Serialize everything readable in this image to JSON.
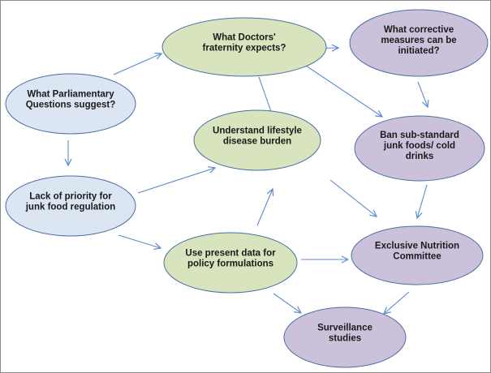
{
  "colors": {
    "blue_fill": "#dce6f2",
    "green_fill": "#d7e4bd",
    "purple_fill": "#ccc1da",
    "stroke": "#4a6fa5",
    "arrow": "#5b8bd0"
  },
  "nodes": [
    {
      "id": "parliamentary",
      "group": "blue",
      "lines": [
        "What Parliamentary",
        "Questions suggest?"
      ]
    },
    {
      "id": "doctors",
      "group": "green",
      "lines": [
        "What Doctors'",
        "fraternity expects?"
      ]
    },
    {
      "id": "corrective",
      "group": "purple",
      "lines": [
        "What corrective",
        "measures can be",
        "initiated?"
      ]
    },
    {
      "id": "understand",
      "group": "green",
      "lines": [
        "Understand lifestyle",
        "disease burden"
      ]
    },
    {
      "id": "lack",
      "group": "blue",
      "lines": [
        "Lack of priority for",
        "junk food regulation"
      ]
    },
    {
      "id": "ban",
      "group": "purple",
      "lines": [
        "Ban sub-standard",
        "junk foods/ cold",
        "drinks"
      ]
    },
    {
      "id": "usedata",
      "group": "green",
      "lines": [
        "Use present data for",
        "policy formulations"
      ]
    },
    {
      "id": "committee",
      "group": "purple",
      "lines": [
        "Exclusive Nutrition",
        "Committee"
      ]
    },
    {
      "id": "surveillance",
      "group": "purple",
      "lines": [
        "Surveillance",
        "studies"
      ]
    }
  ],
  "edges": [
    {
      "from": "parliamentary",
      "to": "doctors"
    },
    {
      "from": "parliamentary",
      "to": "lack"
    },
    {
      "from": "doctors",
      "to": "corrective"
    },
    {
      "from": "doctors",
      "to": "understand"
    },
    {
      "from": "doctors",
      "to": "ban"
    },
    {
      "from": "corrective",
      "to": "ban"
    },
    {
      "from": "lack",
      "to": "understand"
    },
    {
      "from": "lack",
      "to": "usedata"
    },
    {
      "from": "understand",
      "to": "committee"
    },
    {
      "from": "usedata",
      "to": "understand"
    },
    {
      "from": "usedata",
      "to": "committee"
    },
    {
      "from": "usedata",
      "to": "surveillance"
    },
    {
      "from": "ban",
      "to": "committee"
    },
    {
      "from": "committee",
      "to": "surveillance"
    }
  ]
}
